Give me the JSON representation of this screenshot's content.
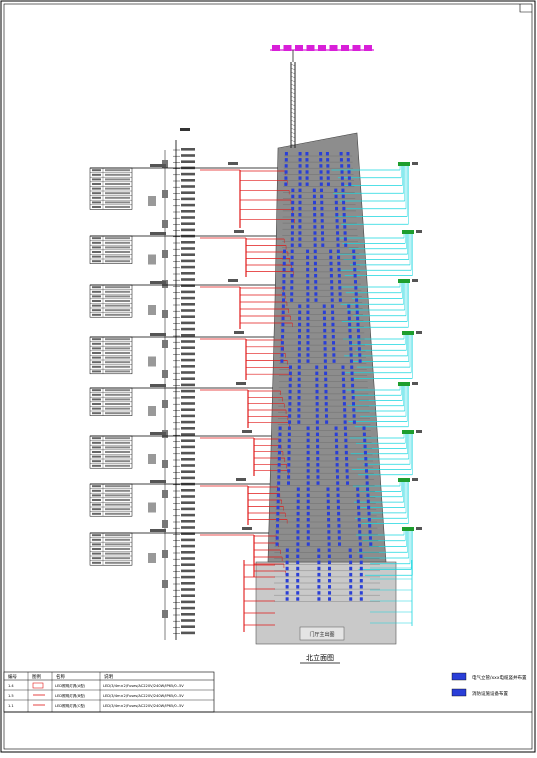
{
  "drawing": {
    "view_title": "北立面图",
    "base_block_label": "门厅主出图"
  },
  "legend": {
    "items": [
      {
        "label": "电气立管/xxx电缆竖井布置",
        "fill": "#2a3fd8"
      },
      {
        "label": "消防设施设备布置",
        "fill": "#2a3fd8"
      }
    ]
  },
  "revision_table": {
    "headers": [
      "编号",
      "图例",
      "名称",
      "说明"
    ],
    "rows": [
      {
        "no": "1.4",
        "name": "LED照明灯具(A型)",
        "desc": "LED/3/4m×2/Fuses/AC220V/240W/IP65/0..5V"
      },
      {
        "no": "1.5",
        "name": "LED照明灯具(B型)",
        "desc": "LED/3/4m×2/Fuses/AC220V/240W/IP65/0..5V"
      },
      {
        "no": "1.1",
        "name": "LED照明灯具(C型)",
        "desc": "LED/3/4m×2/Fuses/AC220V/240W/IP65/0..5V"
      }
    ]
  },
  "colors": {
    "red": "#e01818",
    "cyan": "#18d6df",
    "blue": "#2a3fd8",
    "magenta": "#d81fd8",
    "tower_gray": "#8d8d8d",
    "base_gray": "#c9c9c9",
    "green": "#1e9e2e"
  }
}
